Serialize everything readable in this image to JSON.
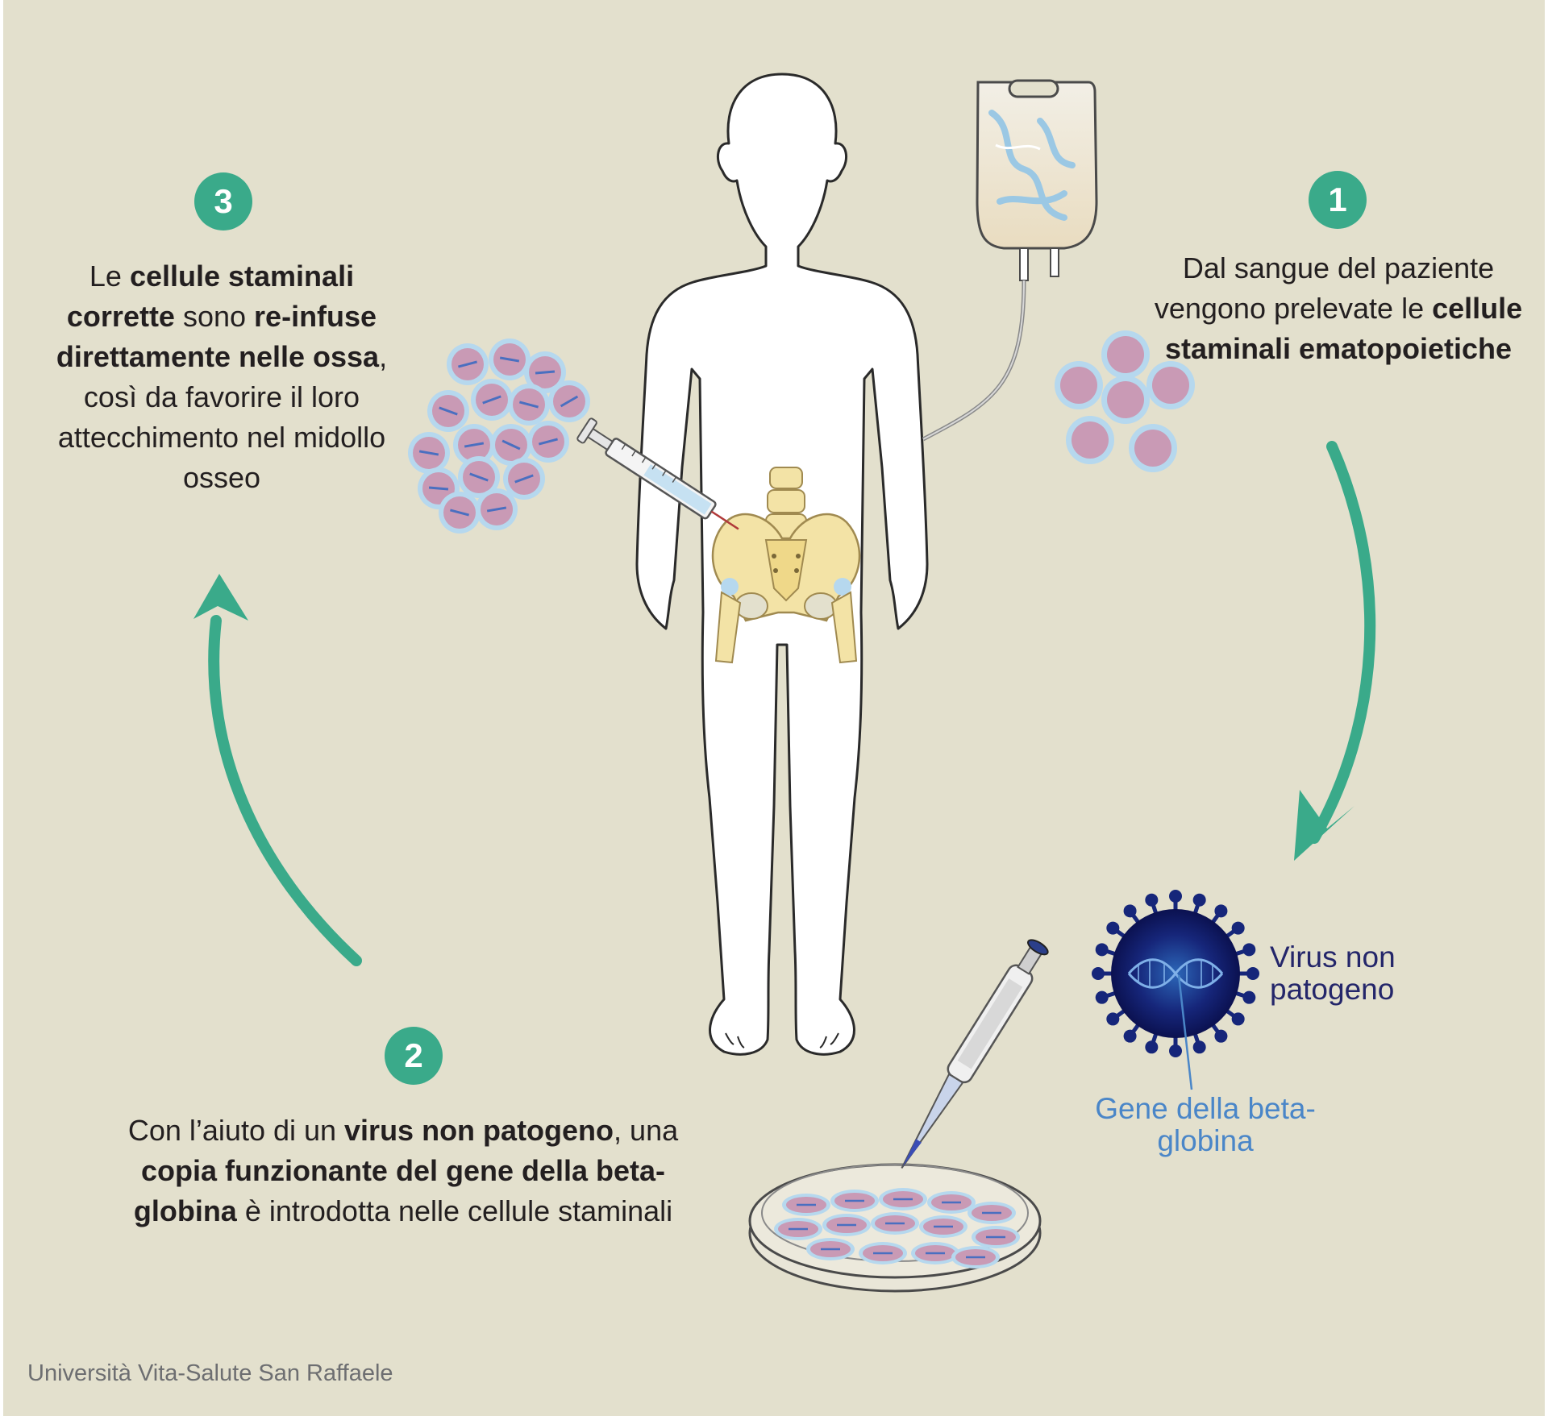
{
  "steps": [
    {
      "number": "1",
      "segments": [
        {
          "t": "Dal sangue del paziente vengono prelevate le ",
          "b": false
        },
        {
          "t": "cellule staminali ematopoietiche",
          "b": true
        }
      ]
    },
    {
      "number": "2",
      "segments": [
        {
          "t": "Con l’aiuto di un ",
          "b": false
        },
        {
          "t": "virus non patogeno",
          "b": true
        },
        {
          "t": ", una ",
          "b": false
        },
        {
          "t": "copia funzionante del gene della beta-globina",
          "b": true
        },
        {
          "t": " è introdotta nelle cellule staminali",
          "b": false
        }
      ]
    },
    {
      "number": "3",
      "segments": [
        {
          "t": "Le ",
          "b": false
        },
        {
          "t": "cellule staminali corrette",
          "b": true
        },
        {
          "t": " sono ",
          "b": false
        },
        {
          "t": "re-infuse direttamente nelle ossa",
          "b": true
        },
        {
          "t": ", così da favorire il loro attecchimento nel midollo osseo",
          "b": false
        }
      ]
    }
  ],
  "labels": {
    "virus": "Virus non patogeno",
    "gene": "Gene della beta-globina"
  },
  "credit": "Università Vita-Salute San Raffaele",
  "colors": {
    "background": "#e3e0cd",
    "accent": "#3aaa8a",
    "virus_text": "#24266a",
    "gene_text": "#4a86c8",
    "cell": "#c99ab5",
    "cell_membrane": "#b6d8ee",
    "bone": "#f3e3a6"
  },
  "icons": [
    "child-silhouette-icon",
    "iv-blood-bag-icon",
    "syringe-icon",
    "pelvis-bone-icon",
    "virus-icon",
    "dna-icon",
    "pipette-icon",
    "petri-dish-icon",
    "stem-cell-icon",
    "cycle-arrow-icon"
  ]
}
